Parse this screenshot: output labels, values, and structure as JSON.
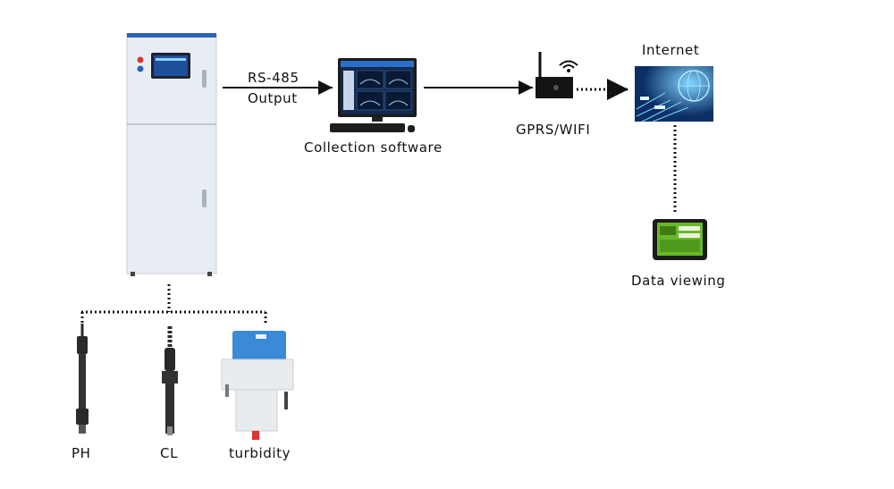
{
  "diagram": {
    "link_label_top": "RS-485",
    "link_label_bottom": "Output",
    "software_label": "Collection software",
    "gateway_label": "GPRS/WIFI",
    "internet_label": "Internet",
    "viewing_label": "Data viewing",
    "sensors": [
      {
        "label": "PH"
      },
      {
        "label": "CL"
      },
      {
        "label": "turbidity"
      }
    ]
  },
  "colors": {
    "cabinet_body": "#e8edf3",
    "cabinet_trim": "#2c63b8",
    "screen": "#1e4f9a",
    "probe": "#2a2a2a",
    "turbidity_lid": "#3a8ad8",
    "internet_bg": "#0b2e63",
    "tablet_screen": "#6ab82a",
    "connector": "#111111"
  },
  "icons": {
    "cabinet": "analyzer-cabinet-icon",
    "computer": "desktop-computer-icon",
    "gateway": "wireless-router-icon",
    "wifi": "wifi-signal-icon",
    "internet": "globe-network-icon",
    "tablet": "tablet-icon"
  }
}
